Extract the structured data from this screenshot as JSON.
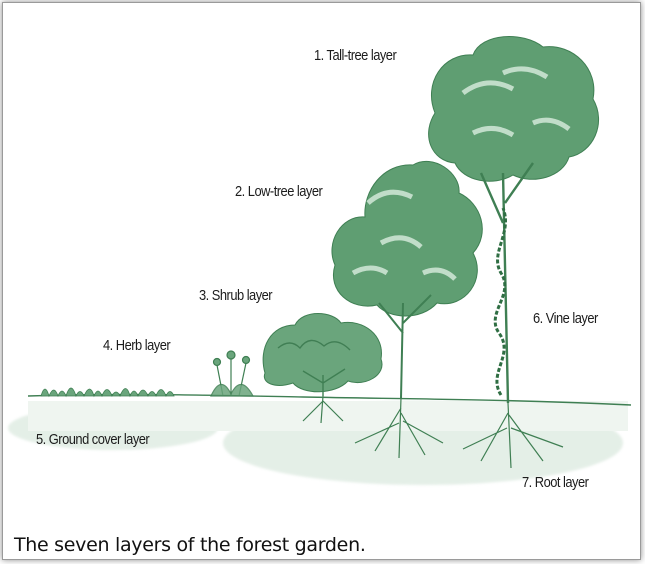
{
  "figure": {
    "caption": "The seven layers of the forest garden.",
    "colors": {
      "foliage": "#5f9e72",
      "foliage_light": "#a9cfb1",
      "ink": "#3f7f53",
      "ground": "#d7e6db"
    },
    "labels": {
      "tall_tree": "1. Tall-tree layer",
      "low_tree": "2. Low-tree layer",
      "shrub": "3. Shrub layer",
      "herb": "4. Herb layer",
      "ground_cover": "5. Ground cover layer",
      "vine": "6. Vine layer",
      "root": "7. Root layer"
    }
  }
}
